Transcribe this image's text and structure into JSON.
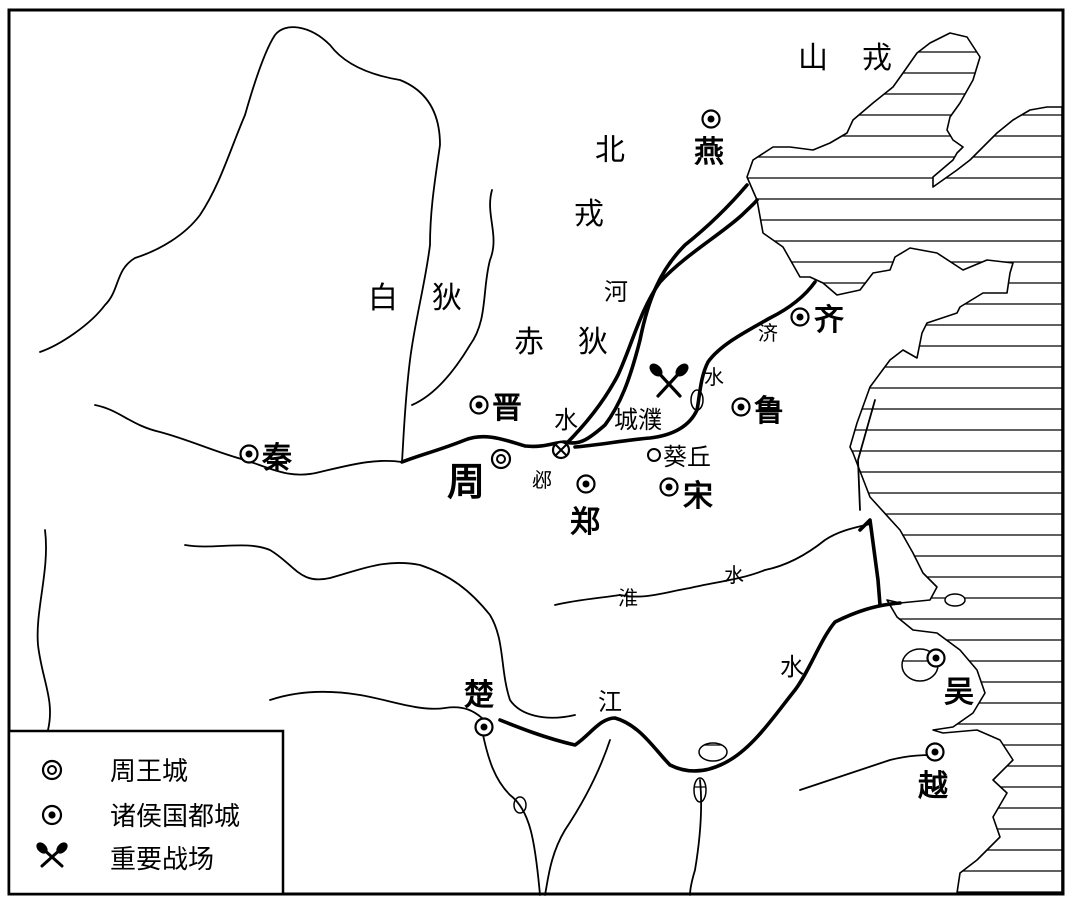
{
  "map": {
    "regions": {
      "shanrong": [
        "山",
        "戎"
      ],
      "beirong": [
        "北",
        "戎"
      ],
      "baidi": [
        "白",
        "狄"
      ],
      "chidi": [
        "赤",
        "狄"
      ]
    },
    "rivers": {
      "heshui": [
        "河",
        "水"
      ],
      "jishui": [
        "济",
        "水"
      ],
      "huaishui": [
        "淮",
        "水"
      ],
      "jiangshui": [
        "江",
        "水"
      ]
    },
    "places": {
      "zhou": "周",
      "qin": "秦",
      "jin": "晋",
      "yan": "燕",
      "qi": "齐",
      "lu": "鲁",
      "zheng": "郑",
      "song": "宋",
      "chu": "楚",
      "wu": "吴",
      "yue": "越",
      "bi": "邲",
      "kuiqiu": "葵丘",
      "chengpu": "城濮"
    }
  },
  "legend": {
    "items": [
      {
        "icon": "royal-capital-icon",
        "label": "周王城"
      },
      {
        "icon": "state-capital-icon",
        "label": "诸侯国都城"
      },
      {
        "icon": "battlefield-icon",
        "label": "重要战场"
      }
    ]
  }
}
